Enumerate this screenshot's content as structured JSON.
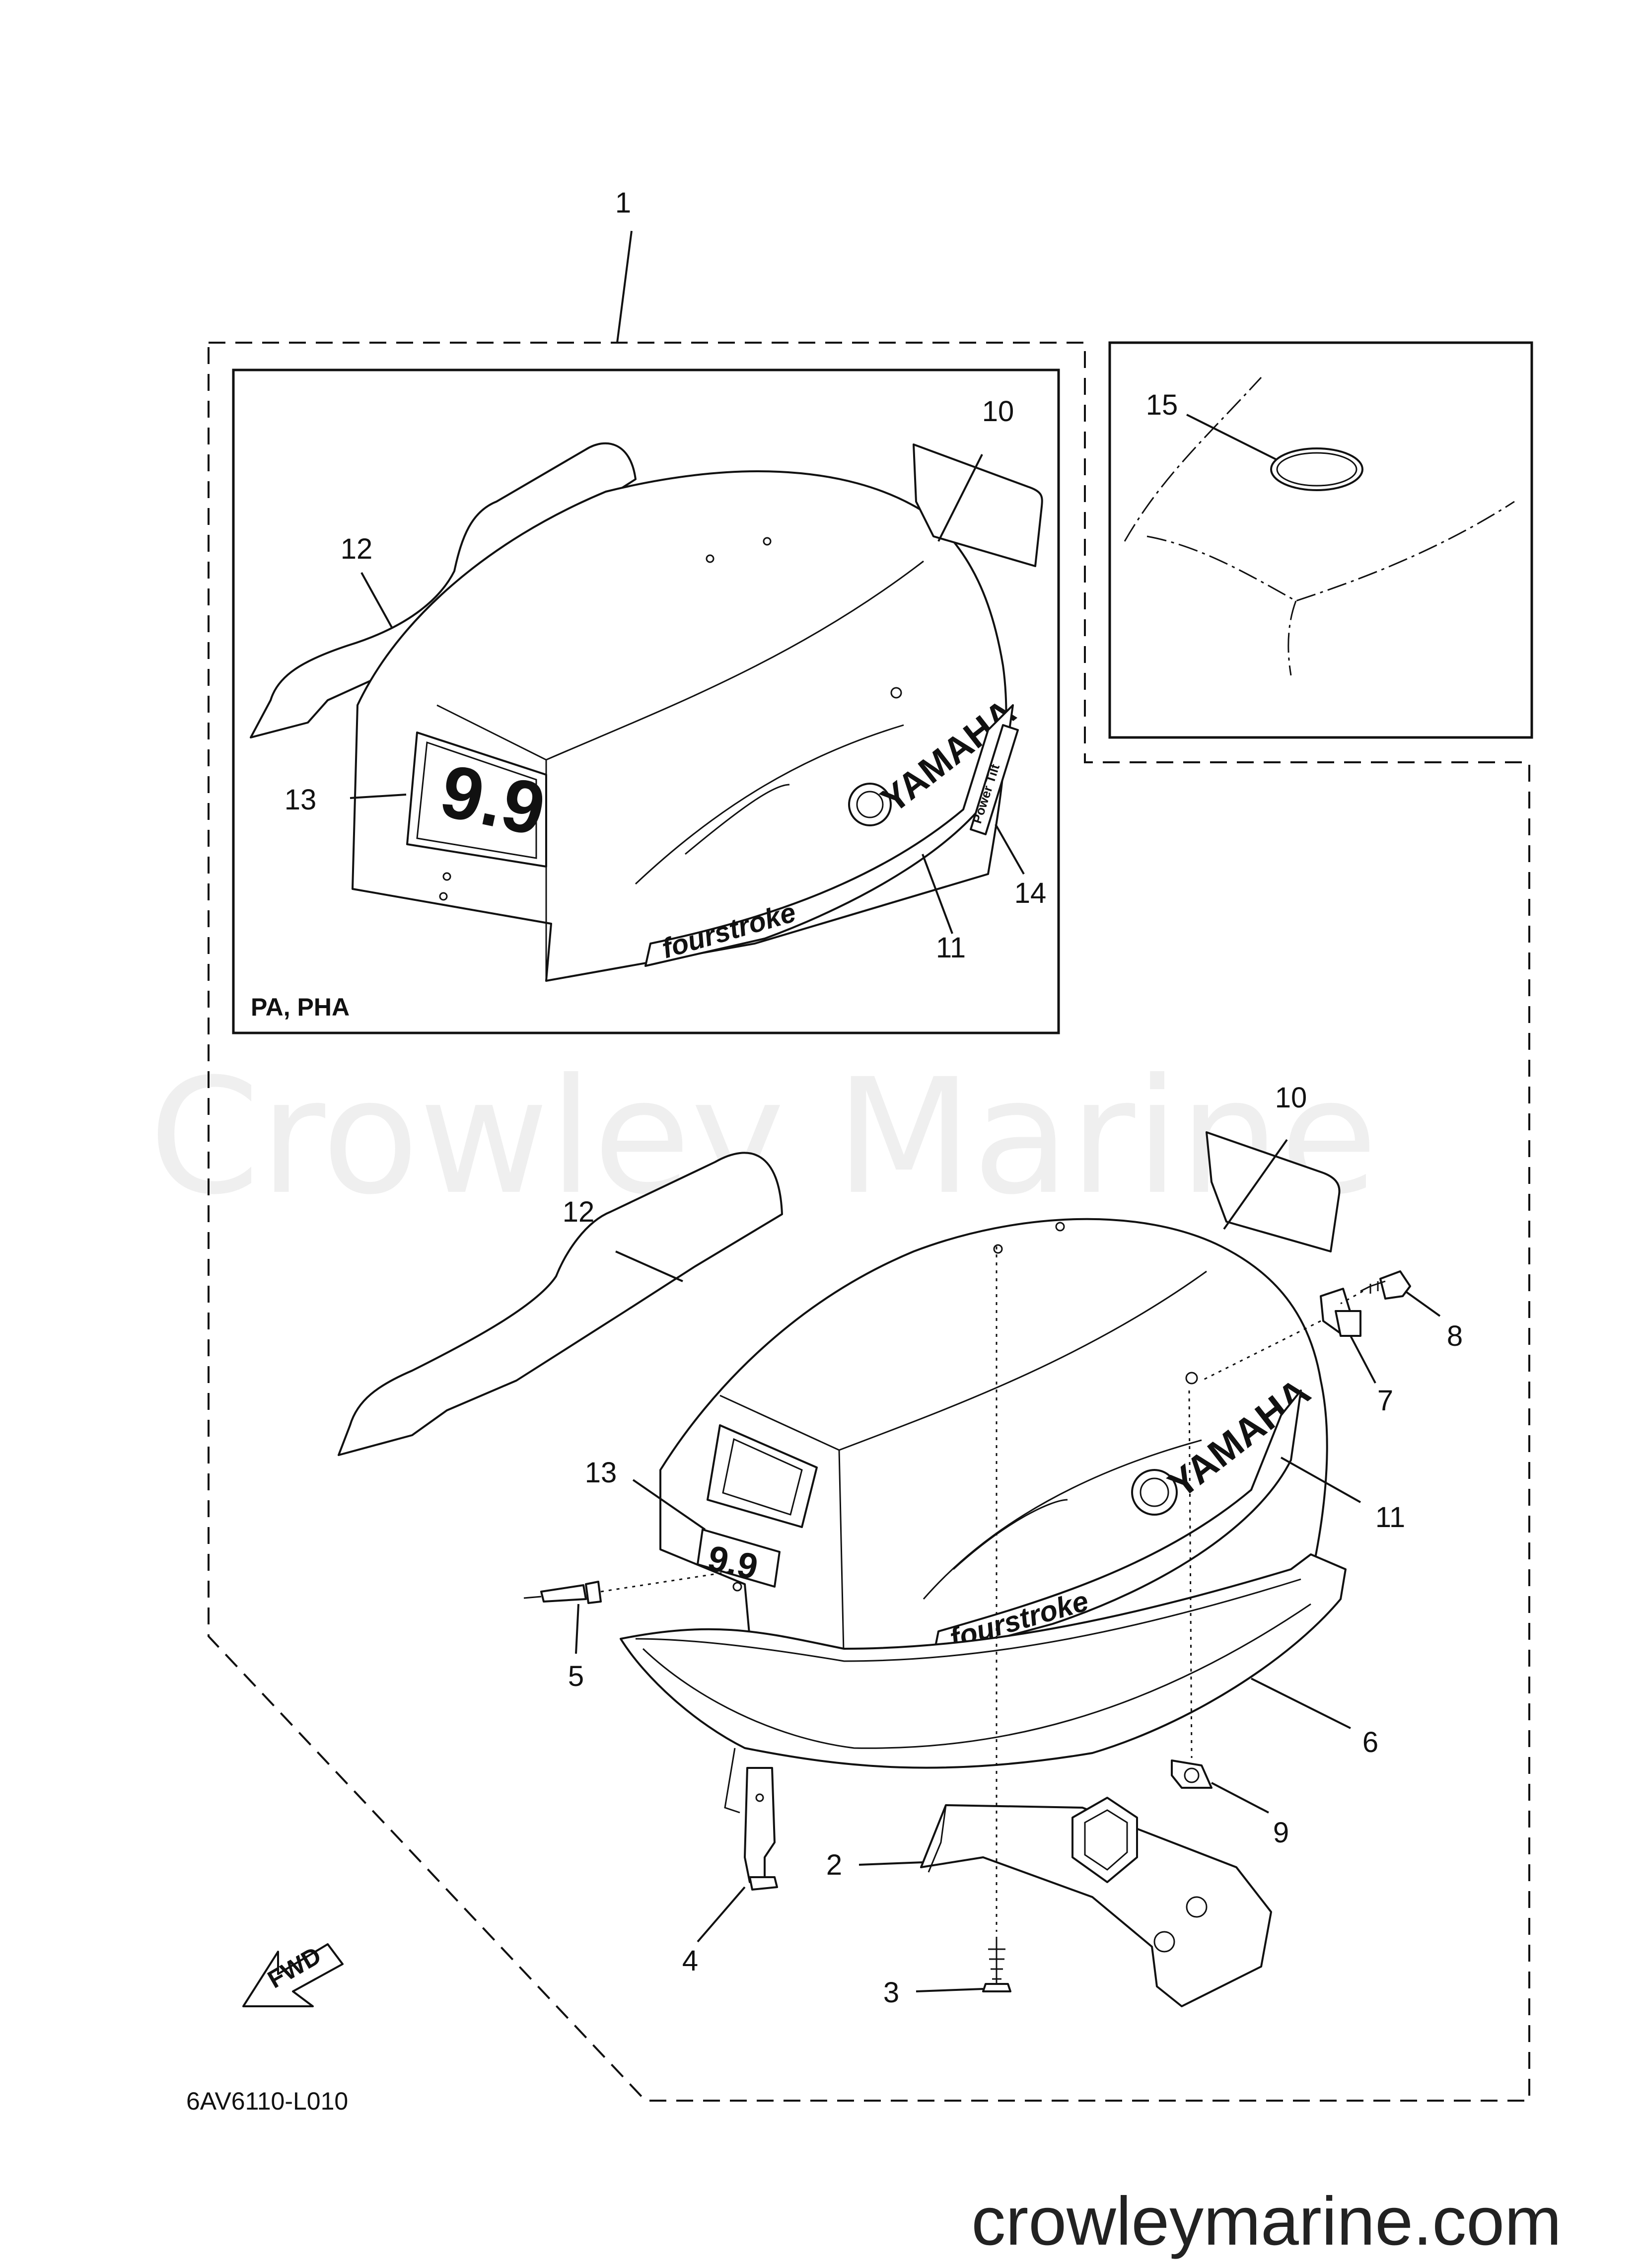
{
  "watermark": "Crowley Marine",
  "website": "crowleymarine.com",
  "diagram_code": "6AV6110-L010",
  "inset_label": "PA, PHA",
  "fwd_label": "FWD",
  "decals": {
    "brand": "YAMAHA",
    "model_number": "9.9",
    "stripe_text": "fourstroke",
    "small_badge": "Power Tilt"
  },
  "callouts": {
    "c1": "1",
    "c2": "2",
    "c3": "3",
    "c4": "4",
    "c5": "5",
    "c6": "6",
    "c7": "7",
    "c8": "8",
    "c9": "9",
    "c10": "10",
    "c11": "11",
    "c12": "12",
    "c13": "13",
    "c14": "14",
    "c15": "15"
  }
}
